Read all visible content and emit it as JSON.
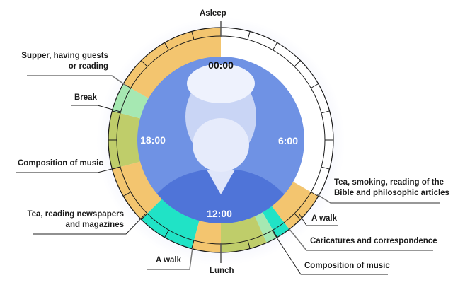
{
  "title": "Daily routine clock",
  "hour_labels": {
    "h0": "00:00",
    "h6": "6:00",
    "h12": "12:00",
    "h18": "18:00"
  },
  "colors": {
    "sleep": "#ffffff",
    "orange": "#f3c56f",
    "olive": "#bfcd6a",
    "teal": "#20e3c6",
    "lightgreen": "#a6e8b2",
    "photo": "#6f92e4"
  },
  "segments": [
    {
      "label": "Asleep",
      "start": 0,
      "end": 8,
      "color": "sleep"
    },
    {
      "label": "Tea, smoking, reading of the Bible and philosophic articles",
      "start": 8,
      "end": 9.5,
      "color": "orange"
    },
    {
      "label": "A walk",
      "start": 9.5,
      "end": 10,
      "color": "teal"
    },
    {
      "label": "Caricatures and correspondence",
      "start": 10,
      "end": 10.4,
      "color": "lightgreen"
    },
    {
      "label": "Composition of music",
      "start": 10.4,
      "end": 12,
      "color": "olive"
    },
    {
      "label": "Lunch",
      "start": 12,
      "end": 13,
      "color": "orange"
    },
    {
      "label": "A walk",
      "start": 13,
      "end": 15,
      "color": "teal"
    },
    {
      "label": "Tea, reading newspapers and magazines",
      "start": 15,
      "end": 17,
      "color": "orange"
    },
    {
      "label": "Composition of music",
      "start": 17,
      "end": 19,
      "color": "olive"
    },
    {
      "label": "Break",
      "start": 19,
      "end": 20,
      "color": "lightgreen"
    },
    {
      "label": "Supper, having guests or reading",
      "start": 20,
      "end": 24,
      "color": "orange"
    }
  ],
  "labels": {
    "asleep": "Asleep",
    "supper_1": "Supper, having guests",
    "supper_2": "or reading",
    "break": "Break",
    "composition_left": "Composition of music",
    "tea_news_1": "Tea, reading newspapers",
    "tea_news_2": "and magazines",
    "walk_left": "A walk",
    "lunch": "Lunch",
    "tea_bible_1": "Tea, smoking, reading of the",
    "tea_bible_2": "Bible and philosophic articles",
    "walk_right": "A walk",
    "caricatures": "Caricatures and correspondence",
    "composition_right": "Composition of music"
  }
}
